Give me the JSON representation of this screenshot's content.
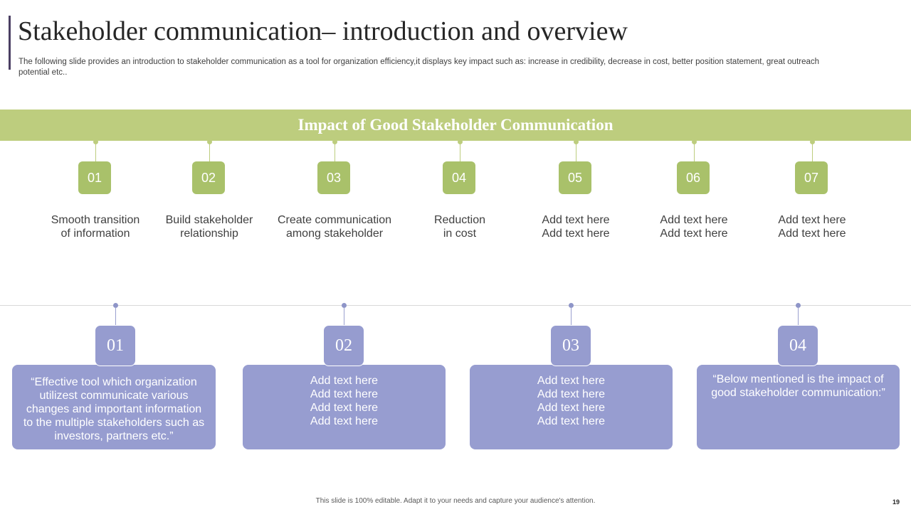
{
  "header": {
    "title": "Stakeholder communication– introduction and overview",
    "subtitle": "The following slide provides an introduction to stakeholder communication as a tool for organization efficiency,it displays key impact such as: increase in credibility, decrease in cost, better position statement, great outreach potential etc.."
  },
  "band": {
    "title": "Impact of Good Stakeholder Communication"
  },
  "impacts": [
    {
      "number": "01",
      "line1": "Smooth transition",
      "line2": "of information"
    },
    {
      "number": "02",
      "line1": "Build stakeholder",
      "line2": "relationship"
    },
    {
      "number": "03",
      "line1": "Create communication",
      "line2": "among stakeholder"
    },
    {
      "number": "04",
      "line1": "Reduction",
      "line2": "in cost"
    },
    {
      "number": "05",
      "line1": "Add text here",
      "line2": "Add text here"
    },
    {
      "number": "06",
      "line1": "Add text here",
      "line2": "Add text here"
    },
    {
      "number": "07",
      "line1": "Add text here",
      "line2": "Add text here"
    }
  ],
  "cards": [
    {
      "number": "01",
      "text": "“Effective tool which organization utilizest communicate various changes and important information to the multiple stakeholders such as investors, partners etc.”"
    },
    {
      "number": "02",
      "lines": [
        "Add text here",
        "Add text here",
        "Add text here",
        "Add text here"
      ]
    },
    {
      "number": "03",
      "lines": [
        "Add text here",
        "Add text here",
        "Add text here",
        "Add text here"
      ]
    },
    {
      "number": "04",
      "text": "“Below mentioned is the impact of good stakeholder communication:”"
    }
  ],
  "footer": {
    "note": "This slide is 100% editable.  Adapt it to your needs and capture your audience's attention.",
    "page_number": "19"
  },
  "colors": {
    "green_band": "#bdcd7e",
    "green_badge": "#a9c16a",
    "purple_badge": "#969ccf",
    "purple_box": "#979dd0",
    "title_accent": "#4b3f63"
  }
}
